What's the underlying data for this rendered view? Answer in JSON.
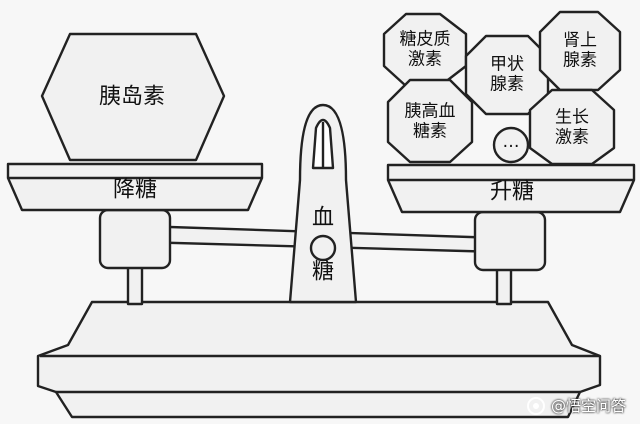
{
  "left_weight": {
    "line1": "胰岛素"
  },
  "left_pan": {
    "label": "降糖"
  },
  "right_pan": {
    "label": "升糖"
  },
  "center": {
    "char1": "血",
    "char2": "糖"
  },
  "right_weights": [
    {
      "line1": "糖皮质",
      "line2": "激素"
    },
    {
      "line1": "甲状",
      "line2": "腺素"
    },
    {
      "line1": "肾上",
      "line2": "腺素"
    },
    {
      "line1": "胰高血",
      "line2": "糖素"
    },
    {
      "line1": "生长",
      "line2": "激素"
    },
    {
      "line1": "…"
    }
  ],
  "watermark": {
    "text": "@悟空问答"
  }
}
